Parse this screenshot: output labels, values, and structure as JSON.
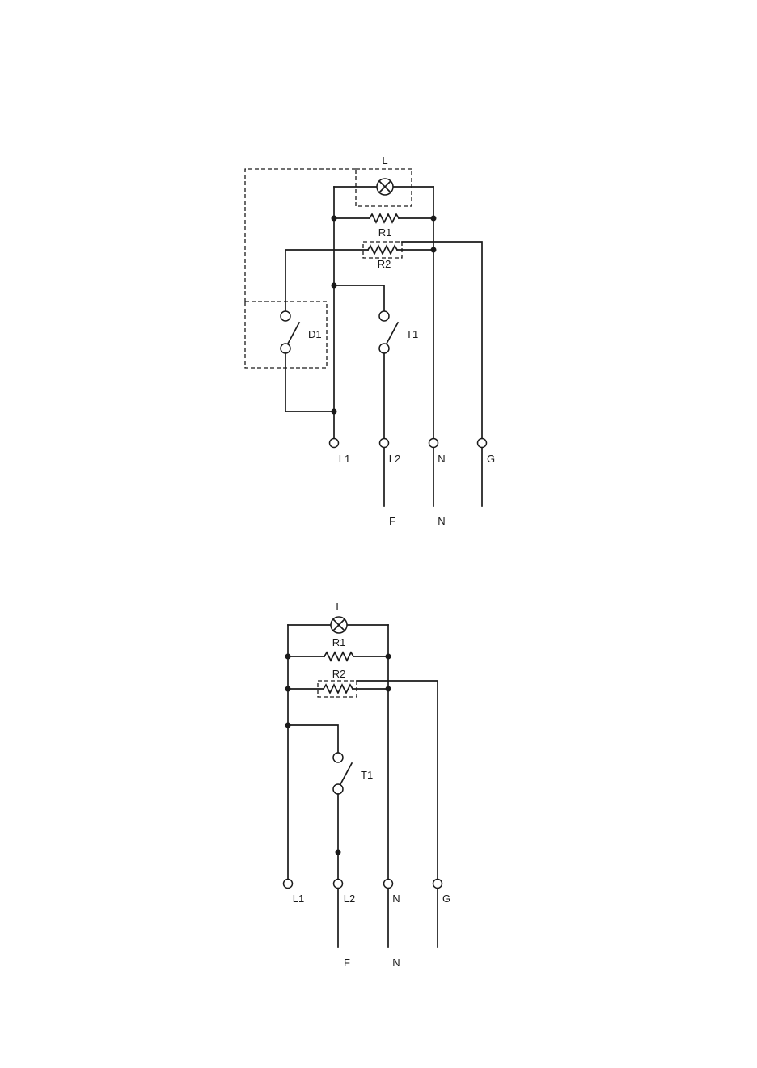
{
  "diagrams": [
    {
      "labels": {
        "lamp": "L",
        "r1": "R1",
        "r2": "R2",
        "d1": "D1",
        "t1": "T1",
        "term_l1": "L1",
        "term_l2": "L2",
        "term_n": "N",
        "term_g": "G",
        "out_f": "F",
        "out_n": "N"
      }
    },
    {
      "labels": {
        "lamp": "L",
        "r1": "R1",
        "r2": "R2",
        "t1": "T1",
        "term_l1": "L1",
        "term_l2": "L2",
        "term_n": "N",
        "term_g": "G",
        "out_f": "F",
        "out_n": "N"
      }
    }
  ]
}
